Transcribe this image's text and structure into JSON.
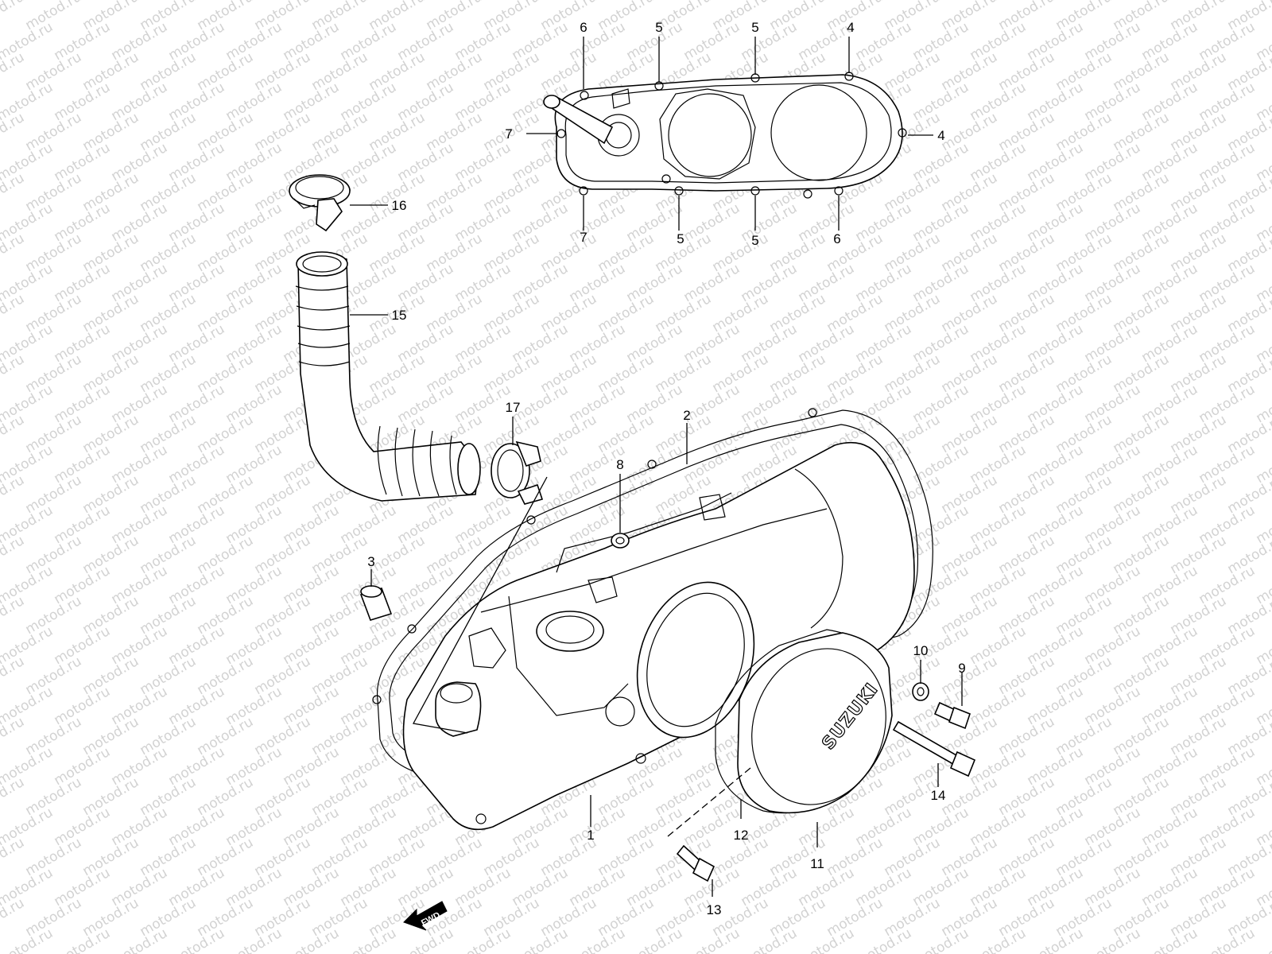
{
  "watermark": {
    "text": "motod.ru"
  },
  "brand_text": "SUZUKI",
  "fwd_label": "FWD",
  "callouts": [
    {
      "id": "c6a",
      "text": "6"
    },
    {
      "id": "c5a",
      "text": "5"
    },
    {
      "id": "c5b",
      "text": "5"
    },
    {
      "id": "c4a",
      "text": "4"
    },
    {
      "id": "c4b",
      "text": "4"
    },
    {
      "id": "c7a",
      "text": "7"
    },
    {
      "id": "c7b",
      "text": "7"
    },
    {
      "id": "c5c",
      "text": "5"
    },
    {
      "id": "c5d",
      "text": "5"
    },
    {
      "id": "c6b",
      "text": "6"
    },
    {
      "id": "c16",
      "text": "16"
    },
    {
      "id": "c15",
      "text": "15"
    },
    {
      "id": "c17",
      "text": "17"
    },
    {
      "id": "c2",
      "text": "2"
    },
    {
      "id": "c8",
      "text": "8"
    },
    {
      "id": "c3",
      "text": "3"
    },
    {
      "id": "c10",
      "text": "10"
    },
    {
      "id": "c9",
      "text": "9"
    },
    {
      "id": "c14",
      "text": "14"
    },
    {
      "id": "c1",
      "text": "1"
    },
    {
      "id": "c12",
      "text": "12"
    },
    {
      "id": "c11",
      "text": "11"
    },
    {
      "id": "c13",
      "text": "13"
    }
  ]
}
